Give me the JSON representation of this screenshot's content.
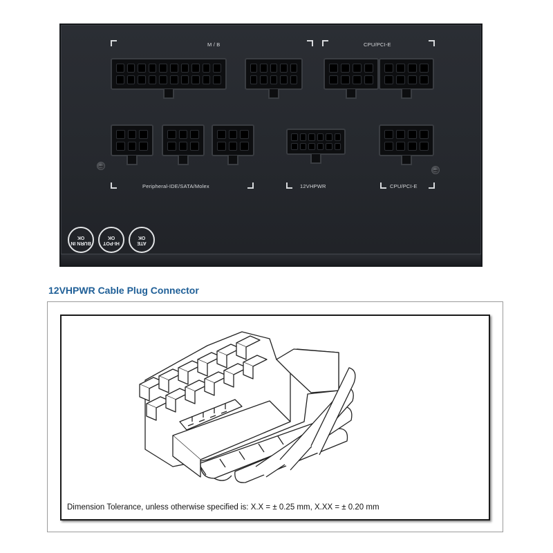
{
  "panel": {
    "labels": {
      "mb": "M / B",
      "cpu_pcie_top": "CPU/PCI-E",
      "peripheral": "Peripheral-IDE/SATA/Molex",
      "vhpwr": "12VHPWR",
      "cpu_pcie_bottom": "CPU/PCI-E"
    },
    "seals": [
      {
        "line1": "BURN IN",
        "line2": "OK"
      },
      {
        "line1": "HI-POT",
        "line2": "OK"
      },
      {
        "line1": "ATE",
        "line2": "OK"
      }
    ],
    "colors": {
      "body": "#25282d",
      "silkscreen": "#d8dadd",
      "connector": "#0d0e10"
    }
  },
  "caption": {
    "title": "12VHPWR Cable Plug Connector",
    "color": "#1f5f97"
  },
  "drawing": {
    "tolerance_note": "Dimension Tolerance, unless otherwise specified is:  X.X = ± 0.25 mm, X.XX = ± 0.20 mm"
  }
}
